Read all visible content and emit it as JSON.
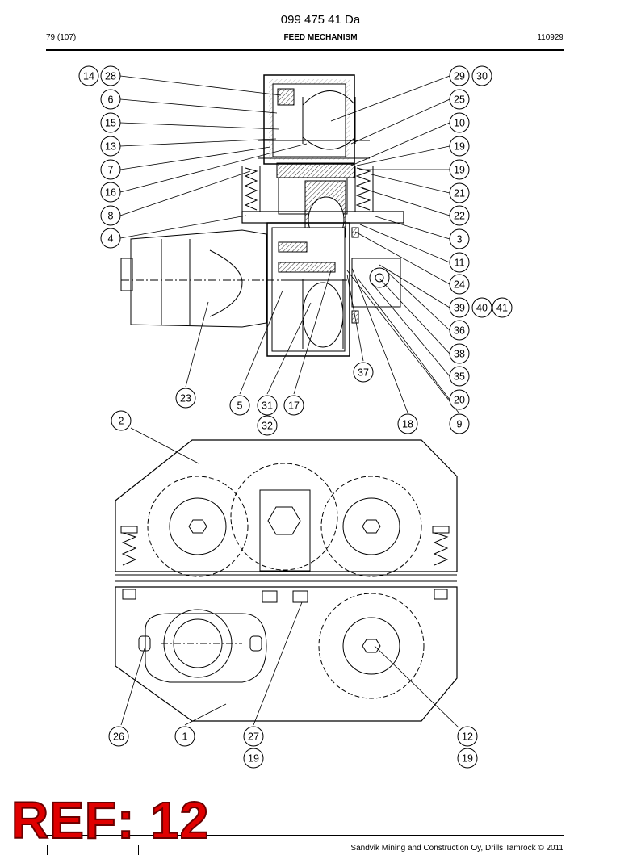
{
  "header": {
    "doc_number": "099 475 41 Da",
    "page_ref": "79 (107)",
    "section_title": "FEED MECHANISM",
    "date_code": "110929"
  },
  "callouts": [
    "14",
    "28",
    "29",
    "30",
    "6",
    "25",
    "15",
    "10",
    "13",
    "19",
    "7",
    "19",
    "16",
    "21",
    "8",
    "22",
    "4",
    "3",
    "11",
    "24",
    "39",
    "40",
    "41",
    "36",
    "38",
    "35",
    "37",
    "20",
    "23",
    "5",
    "31",
    "17",
    "18",
    "9",
    "32",
    "2",
    "26",
    "1",
    "27",
    "19",
    "12",
    "19"
  ],
  "stamp": {
    "text": "REF: 12",
    "color": "#e00000"
  },
  "footer": {
    "copyright": "Sandvik Mining and Construction Oy, Drills Tamrock © 2011"
  }
}
